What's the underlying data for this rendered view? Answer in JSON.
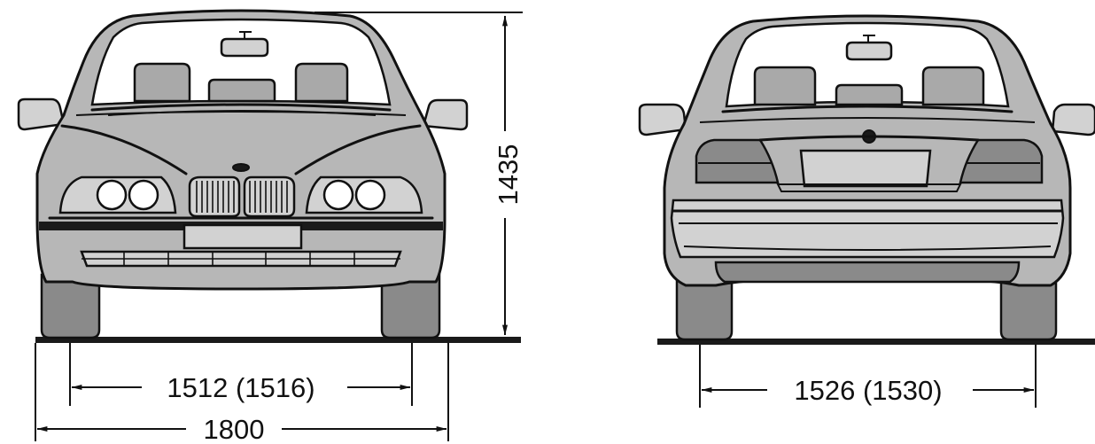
{
  "dimensions": {
    "height": "1435",
    "front_track": "1512 (1516)",
    "overall_width": "1800",
    "rear_track": "1526 (1530)"
  },
  "colors": {
    "body": "#b7b7b7",
    "ink": "#111111",
    "background": "#ffffff"
  }
}
